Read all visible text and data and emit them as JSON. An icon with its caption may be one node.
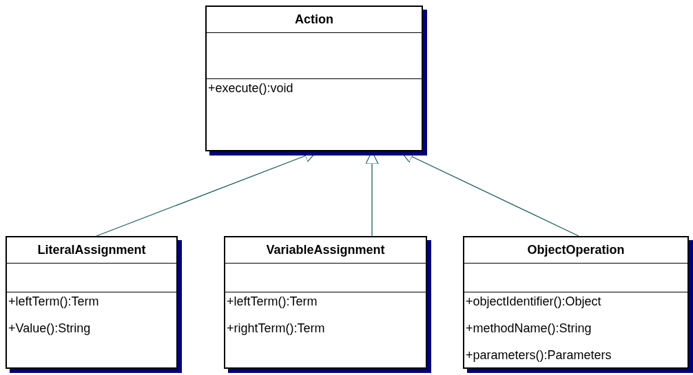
{
  "diagram": {
    "nodes": [
      {
        "text": [
          "Action",
          "+execute():void"
        ]
      },
      {
        "text": [
          "LiteralAssignment",
          "+leftTerm():Term",
          "+Value():String"
        ]
      },
      {
        "text": [
          "VariableAssignment",
          "+leftTerm():Term",
          "+rightTerm():Term"
        ]
      },
      {
        "text": [
          "ObjectOperation",
          "+objectIdentifier():Object",
          "+methodName():String",
          "+parameters():Parameters"
        ]
      }
    ],
    "edges": [
      {
        "from": 1,
        "to": 0,
        "arrow": "to"
      },
      {
        "from": 2,
        "to": 0,
        "arrow": "to"
      },
      {
        "from": 3,
        "to": 0,
        "arrow": "to"
      }
    ]
  }
}
